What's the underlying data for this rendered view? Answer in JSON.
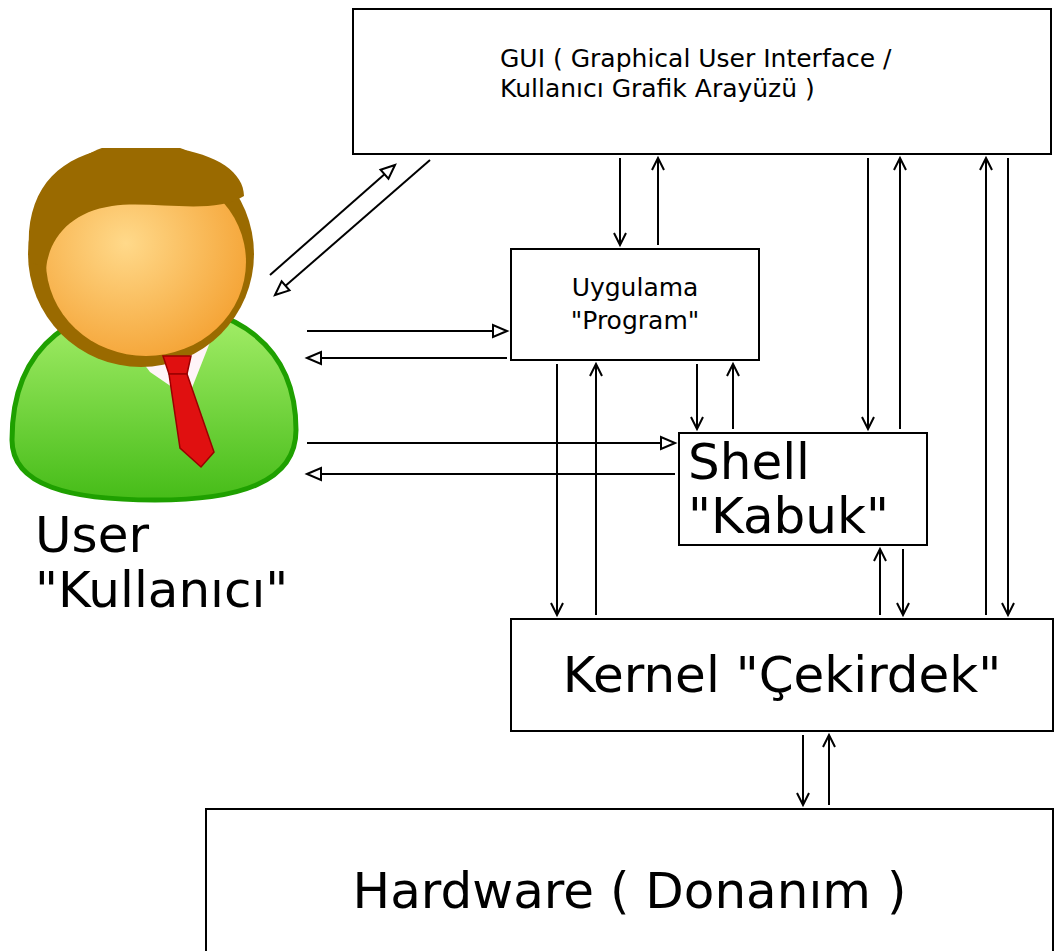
{
  "diagram": {
    "nodes": [
      {
        "text": [
          "GUI ( Graphical User Interface / Kullanıcı Grafik Arayüzü )"
        ]
      },
      {
        "text": [
          "User \"Kullanıcı\""
        ]
      },
      {
        "text": [
          "Uygulama \"Program\""
        ]
      },
      {
        "text": [
          "Shell \"Kabuk\""
        ]
      },
      {
        "text": [
          "Kernel \"Çekirdek\""
        ]
      },
      {
        "text": [
          "Hardware ( Donanım )"
        ]
      }
    ],
    "edges": [
      {
        "from": 1,
        "to": 0,
        "arrow": "to"
      },
      {
        "from": 0,
        "to": 1,
        "arrow": "to"
      },
      {
        "from": 0,
        "to": 2,
        "arrow": "to"
      },
      {
        "from": 2,
        "to": 0,
        "arrow": "to"
      },
      {
        "from": 1,
        "to": 2,
        "arrow": "to"
      },
      {
        "from": 2,
        "to": 1,
        "arrow": "to"
      },
      {
        "from": 1,
        "to": 3,
        "arrow": "to"
      },
      {
        "from": 3,
        "to": 1,
        "arrow": "to"
      },
      {
        "from": 2,
        "to": 3,
        "arrow": "to"
      },
      {
        "from": 3,
        "to": 2,
        "arrow": "to"
      },
      {
        "from": 0,
        "to": 3,
        "arrow": "to"
      },
      {
        "from": 3,
        "to": 0,
        "arrow": "to"
      },
      {
        "from": 2,
        "to": 4,
        "arrow": "to"
      },
      {
        "from": 4,
        "to": 2,
        "arrow": "to"
      },
      {
        "from": 3,
        "to": 4,
        "arrow": "to"
      },
      {
        "from": 4,
        "to": 3,
        "arrow": "to"
      },
      {
        "from": 0,
        "to": 4,
        "arrow": "to"
      },
      {
        "from": 4,
        "to": 0,
        "arrow": "to"
      },
      {
        "from": 4,
        "to": 5,
        "arrow": "to"
      },
      {
        "from": 5,
        "to": 4,
        "arrow": "to"
      }
    ]
  }
}
